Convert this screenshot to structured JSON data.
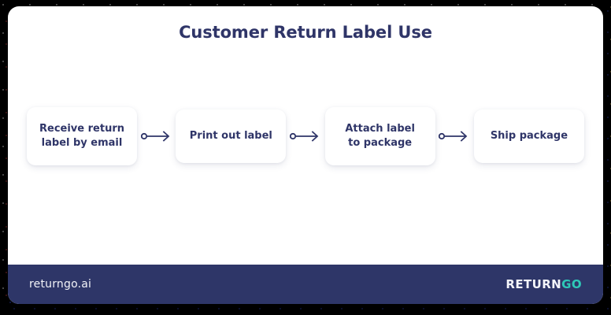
{
  "card": {
    "title": "Customer Return Label Use"
  },
  "flow": {
    "steps": [
      {
        "label": "Receive return label by email",
        "lines": [
          "Receive return",
          "label by email"
        ],
        "size": "tall"
      },
      {
        "label": "Print out label",
        "lines": [
          "Print out label"
        ],
        "size": "short"
      },
      {
        "label": "Attach label to package",
        "lines": [
          "Attach label",
          "to package"
        ],
        "size": "tall"
      },
      {
        "label": "Ship package",
        "lines": [
          "Ship package"
        ],
        "size": "short"
      }
    ],
    "connector_icon": "circle-arrow-right-icon",
    "connector_count": 3
  },
  "footer": {
    "site": "returngo.ai",
    "logo_primary": "RETURN",
    "logo_accent": "GO"
  },
  "colors": {
    "navy": "#2e3668",
    "text_navy": "#2f3568",
    "accent_teal": "#2ec9b8",
    "card_bg": "#ffffff",
    "page_bg": "#000000"
  }
}
